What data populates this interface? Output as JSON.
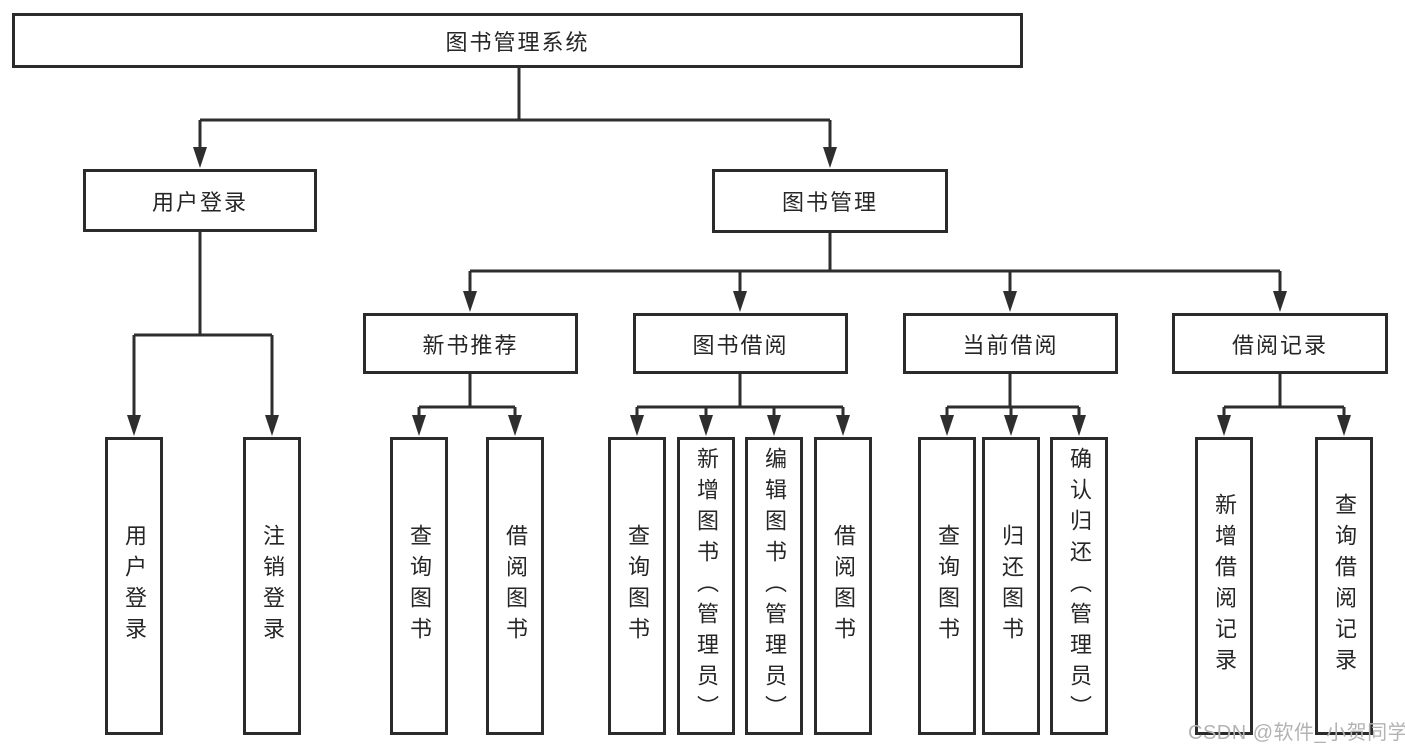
{
  "tree": {
    "root": {
      "label": "图书管理系统"
    },
    "branches": [
      {
        "label": "用户登录",
        "children": [
          {
            "label": "用户登录"
          },
          {
            "label": "注销登录"
          }
        ]
      },
      {
        "label": "图书管理",
        "children": [
          {
            "label": "新书推荐",
            "children": [
              {
                "label": "查询图书"
              },
              {
                "label": "借阅图书"
              }
            ]
          },
          {
            "label": "图书借阅",
            "children": [
              {
                "label": "查询图书"
              },
              {
                "label": "新增图书（管理员）"
              },
              {
                "label": "编辑图书（管理员）"
              },
              {
                "label": "借阅图书"
              }
            ]
          },
          {
            "label": "当前借阅",
            "children": [
              {
                "label": "查询图书"
              },
              {
                "label": "归还图书"
              },
              {
                "label": "确认归还（管理员）"
              }
            ]
          },
          {
            "label": "借阅记录",
            "children": [
              {
                "label": "新增借阅记录"
              },
              {
                "label": "查询借阅记录"
              }
            ]
          }
        ]
      }
    ]
  },
  "watermark": {
    "text": "CSDN @软件_小贺同学"
  },
  "colors": {
    "line": "#2e2e2e",
    "border": "#2b2b2b",
    "text": "#262626",
    "watermark": "#b3b3b3",
    "background": "#ffffff"
  }
}
